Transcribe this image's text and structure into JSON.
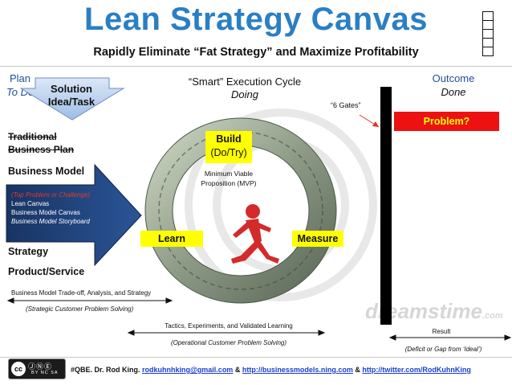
{
  "title": "Lean Strategy Canvas",
  "subtitle": "Rapidly Eliminate “Fat Strategy” and Maximize Profitability",
  "plan": {
    "label": "Plan",
    "sub": "To Do"
  },
  "solution": {
    "line1": "Solution",
    "line2": "Idea/Task"
  },
  "cycle": {
    "label": "“Smart” Execution Cycle",
    "sub": "Doing"
  },
  "outcome": {
    "label": "Outcome",
    "sub": "Done"
  },
  "gates_label": "“6 Gates”",
  "problem_label": "Problem?",
  "left_items": {
    "traditional_1": "Traditional",
    "traditional_2": "Business Plan",
    "business_model": "Business Model",
    "strategy": "Strategy",
    "product": "Product/Service"
  },
  "arrow_items": {
    "top_problem": "(Top Problem or Challenge)",
    "lean_canvas": "Lean Canvas",
    "bm_canvas": "Business Model Canvas",
    "bm_storyboard": "Business Model Storyboard"
  },
  "build": {
    "line1": "Build",
    "line2": "(Do/Try)"
  },
  "mvp": {
    "line1": "Minimum Viable",
    "line2": "Proposition (MVP)"
  },
  "learn_label": "Learn",
  "measure_label": "Measure",
  "bottom": {
    "tradeoff": "Business Model Trade-off, Analysis, and Strategy",
    "strategic": "(Strategic Customer Problem Solving)",
    "tactics": "Tactics, Experiments, and Validated Learning",
    "operational": "(Operational Customer Problem Solving)",
    "result": "Result",
    "deficit": "(Deficit or Gap from ‘Ideal’)"
  },
  "watermark": {
    "text": "dreamstime",
    "suffix": ".com"
  },
  "license": {
    "cc": "cc",
    "icons": "ⒿⓃⒺ",
    "labels": "BY NC SA"
  },
  "footer": {
    "prefix": "#QBE. Dr. Rod King.",
    "email": "rodkuhnhking@gmail.com",
    "amp1": "&",
    "url1": "http://businessmodels.ning.com",
    "amp2": "&",
    "url2": "http://twitter.com/RodKuhnKing"
  },
  "colors": {
    "title": "#2a7fc4",
    "accent_blue": "#1f4e9b",
    "yellow": "#ffff00",
    "problem_red": "#ee1111",
    "arrow_navy": "#1f3f7a"
  }
}
